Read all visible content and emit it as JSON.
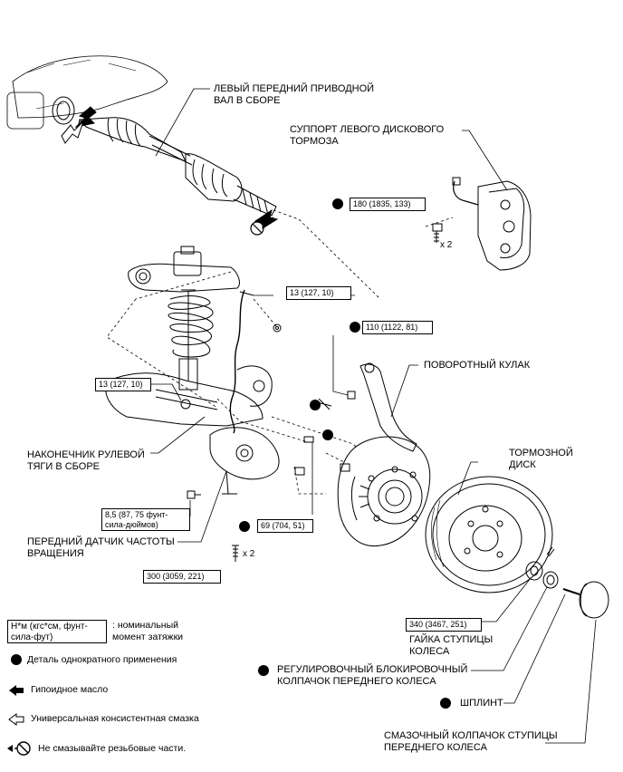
{
  "parts": {
    "drive_shaft": "ЛЕВЫЙ ПЕРЕДНИЙ ПРИВОДНОЙ\nВАЛ В СБОРЕ",
    "caliper": "СУППОРТ ЛЕВОГО ДИСКОВОГО\nТОРМОЗА",
    "knuckle": "ПОВОРОТНЫЙ КУЛАК",
    "tie_rod_end": "НАКОНЕЧНИК РУЛЕВОЙ\nТЯГИ В СБОРЕ",
    "disc": "ТОРМОЗНОЙ\nДИСК",
    "speed_sensor": "ПЕРЕДНИЙ ДАТЧИК ЧАСТОТЫ\nВРАЩЕНИЯ",
    "hub_nut": "ГАЙКА СТУПИЦЫ\nКОЛЕСА",
    "lock_cap": "РЕГУЛИРОВОЧНЫЙ БЛОКИРОВОЧНЫЙ\nКОЛПАЧОК ПЕРЕДНЕГО КОЛЕСА",
    "cotter_pin": "ШПЛИНТ",
    "grease_cap": "СМАЗОЧНЫЙ КОЛПАЧОК СТУПИЦЫ\nПЕРЕДНЕГО КОЛЕСА"
  },
  "torques": {
    "caliper_bolt": "180 (1835, 133)",
    "caliper_qty": "x 2",
    "sensor_clamp": "13 (127, 10)",
    "knuckle_nut": "110 (1122, 81)",
    "tie_rod": "13 (127, 10)",
    "sensor_bolt": "8,5 (87, 75 фунт-\nсила-дюймов)",
    "knuckle_bolt": "69 (704, 51)",
    "lower_bolt": "300 (3059, 221)",
    "lower_qty": "x 2",
    "hub_nut": "340 (3467, 251)"
  },
  "legend": {
    "unit_box": "Н*м (кгс*см, фунт-\nсила-фут)",
    "unit_desc": ": номинальный\nмомент затяжки",
    "single_use": "Деталь однократного применения",
    "hypoid_oil": "Гипоидное масло",
    "grease": "Универсальная консистентная смазка",
    "no_lube": "Не смазывайте резьбовые части."
  },
  "colors": {
    "ink": "#000000",
    "paper": "#ffffff"
  }
}
